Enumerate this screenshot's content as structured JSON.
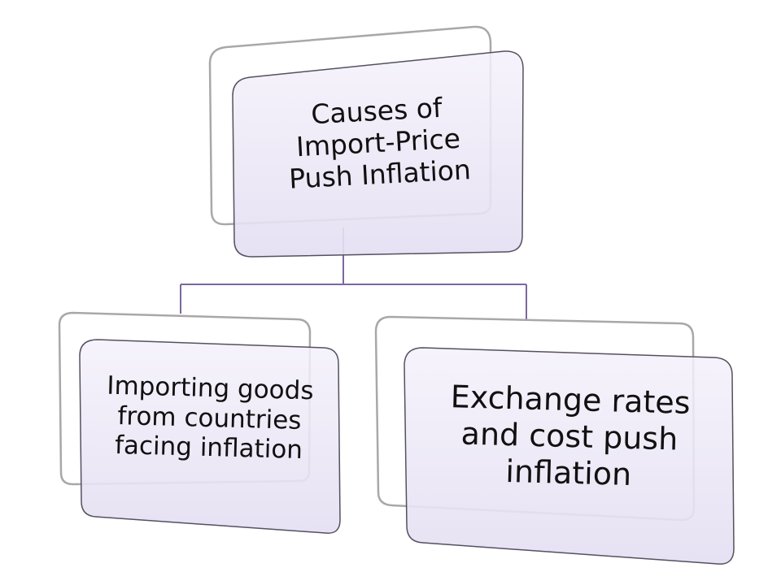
{
  "diagram": {
    "type": "hierarchy",
    "root": {
      "text_lines": [
        "Causes of",
        "Import-Price",
        "Push Inflation"
      ]
    },
    "children": [
      {
        "text_lines": [
          "Importing goods",
          "from countries",
          "facing inflation"
        ]
      },
      {
        "text_lines": [
          "Exchange rates",
          "and cost push",
          "inflation"
        ]
      }
    ],
    "colors": {
      "box_fill": "#ece8f6",
      "box_border": "#5a5566",
      "connector": "#7b68a0",
      "back_box_border": "#b8b8b8"
    }
  }
}
